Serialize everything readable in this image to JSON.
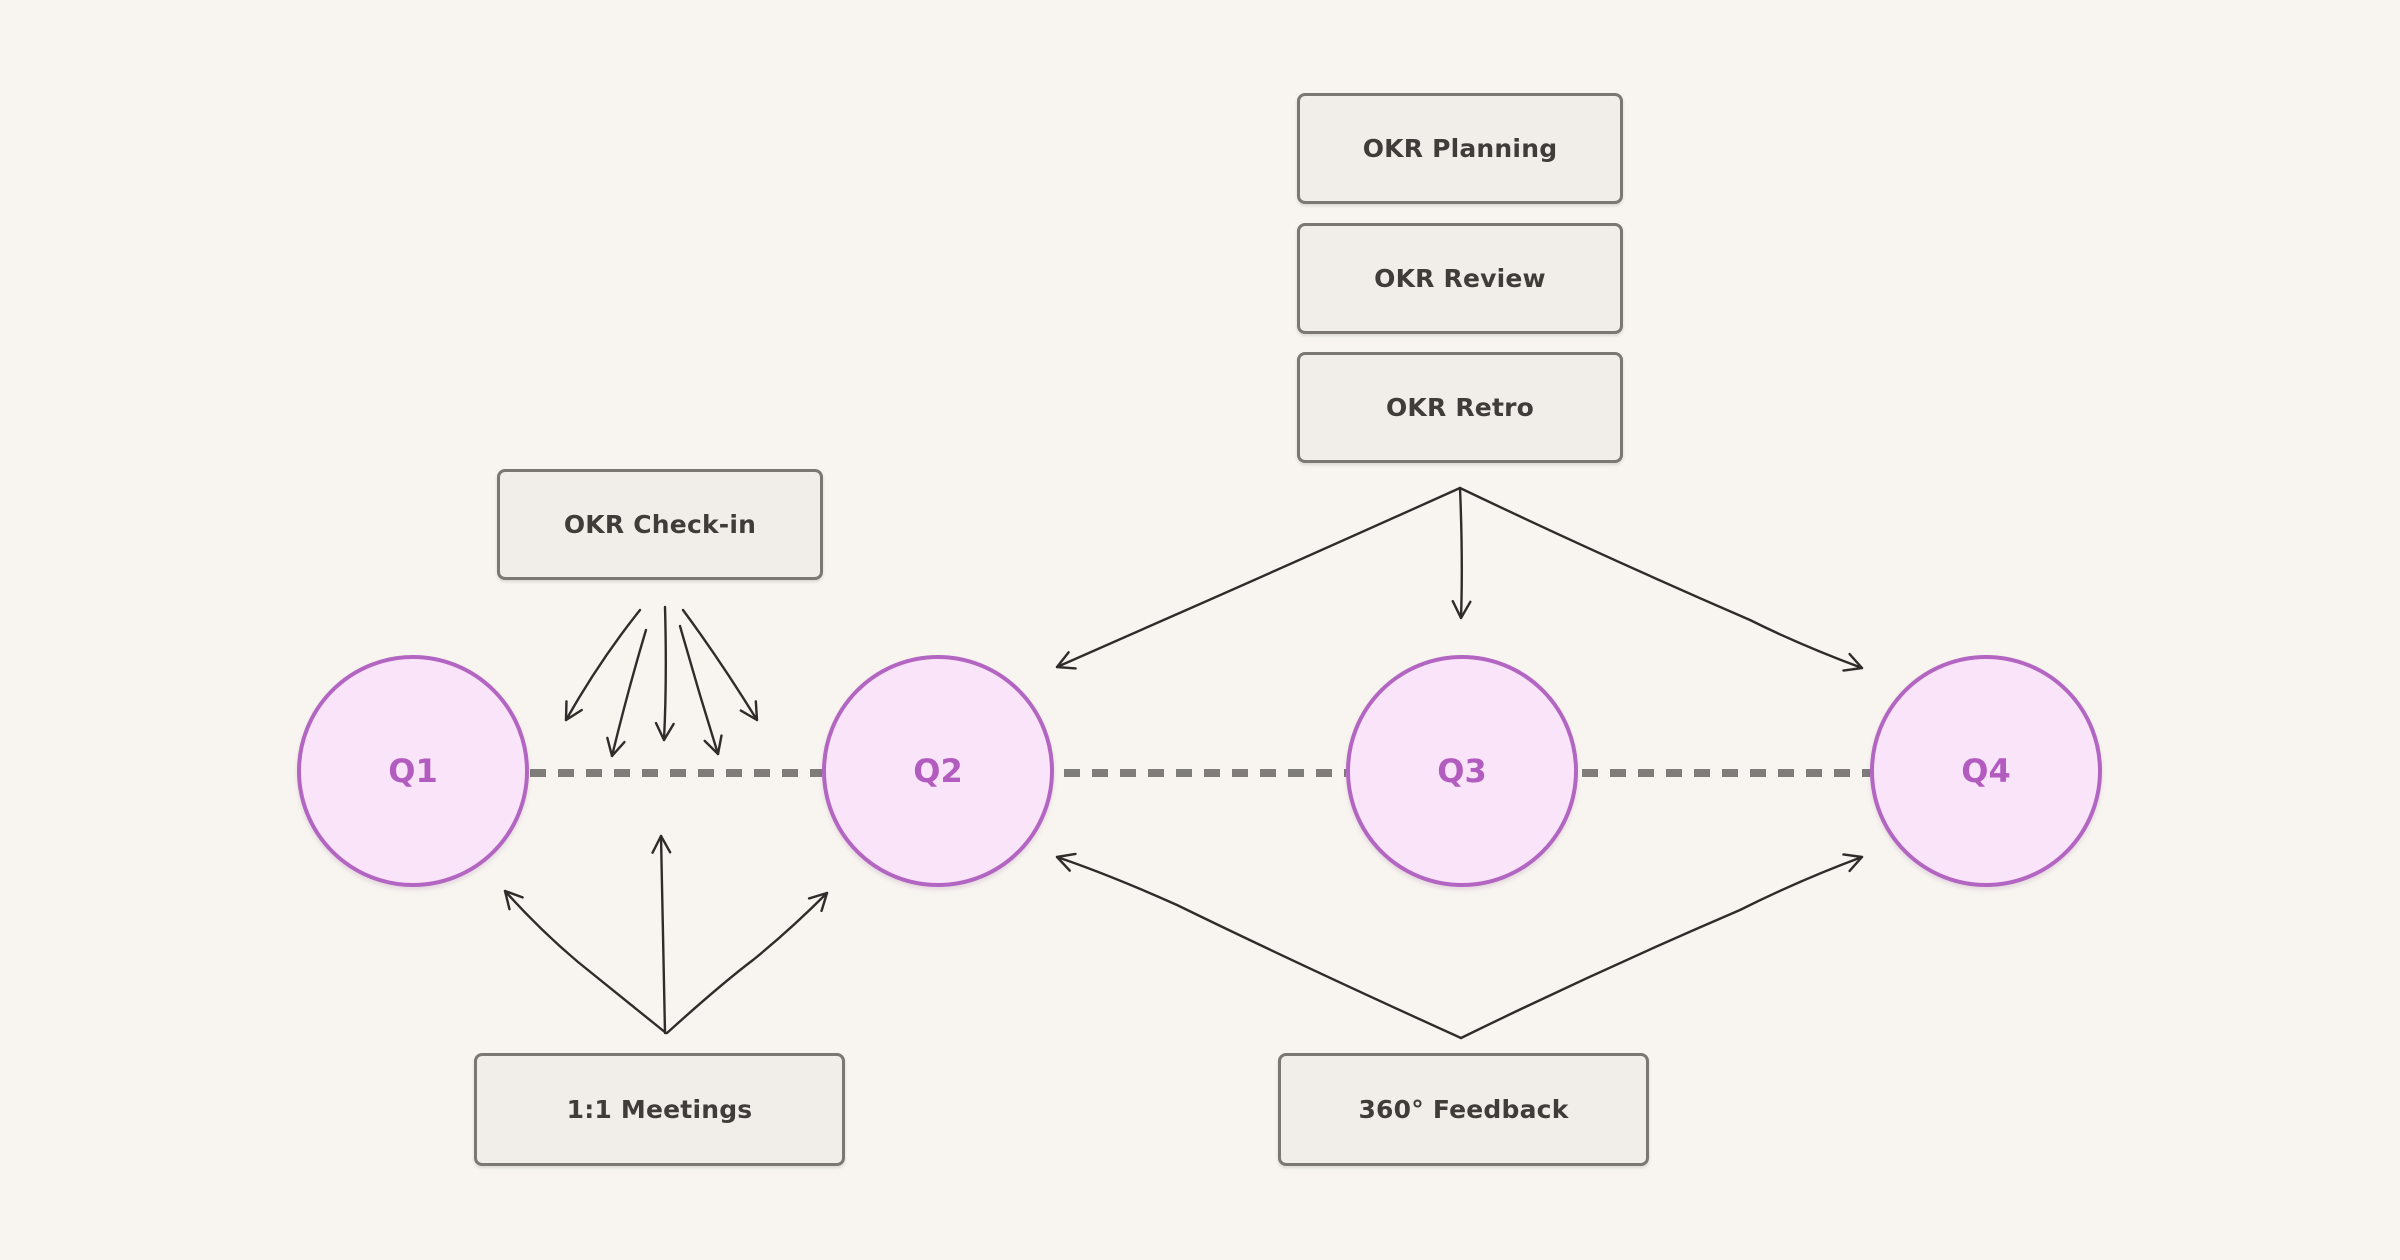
{
  "quarters": [
    {
      "label": "Q1"
    },
    {
      "label": "Q2"
    },
    {
      "label": "Q3"
    },
    {
      "label": "Q4"
    }
  ],
  "activities": {
    "okr_planning": "OKR Planning",
    "okr_review": "OKR Review",
    "okr_retro": "OKR Retro",
    "okr_checkin": "OKR Check-in",
    "one_on_one": "1:1 Meetings",
    "feedback_360": "360° Feedback"
  },
  "colors": {
    "background": "#f8f5f0",
    "node_fill": "#fae4fa",
    "node_stroke": "#b266c2",
    "node_text": "#b25cc0",
    "box_fill": "#f1eee9",
    "box_stroke": "#7b7874",
    "timeline": "#7f7d7a",
    "arrow": "#2f2d2b"
  }
}
